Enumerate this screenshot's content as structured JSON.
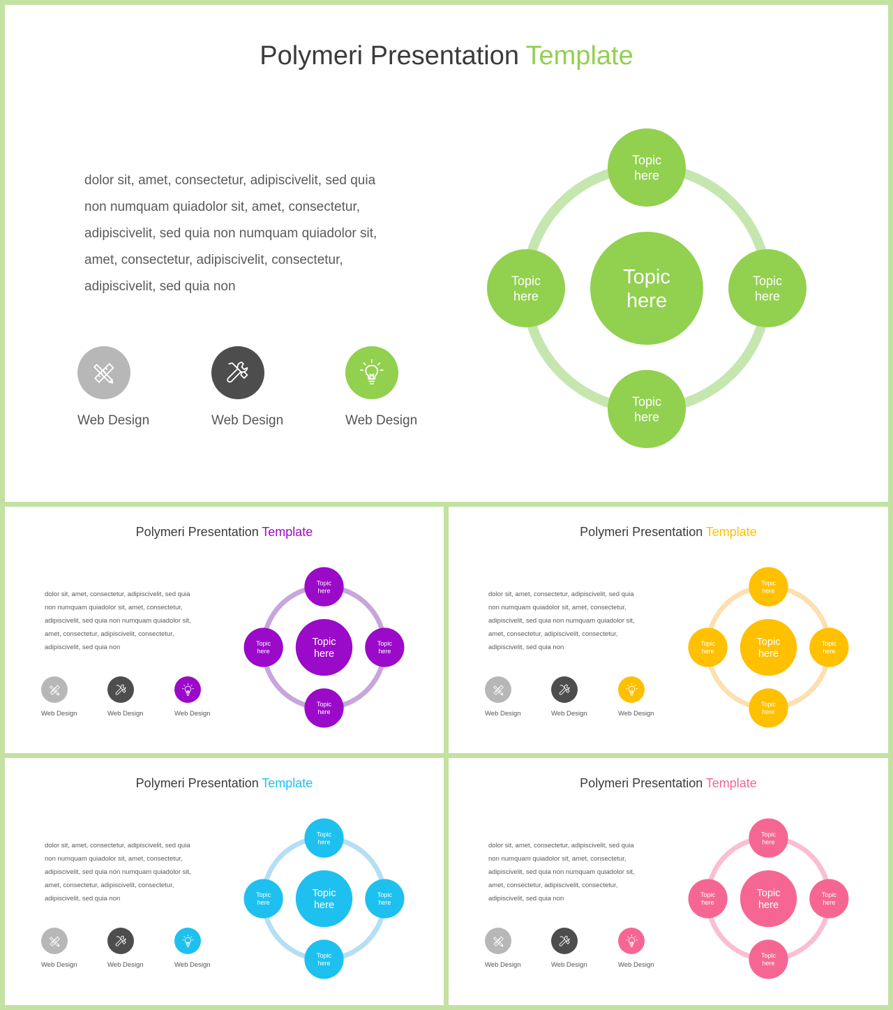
{
  "slides": [
    {
      "id": "main",
      "title": "Polymeri Presentation",
      "title_accent": "Template",
      "accent": "#92d050",
      "ring": "#c6e6b0",
      "icon_colors": [
        "#b7b7b7",
        "#4d4d4d",
        "#92d050"
      ],
      "body_lines": [
        "dolor sit, amet, consectetur, adipiscivelit, sed quia",
        "non numquam quiadolor sit, amet, consectetur,",
        "adipiscivelit, sed quia non numquam quiadolor sit,",
        "amet, consectetur, adipiscivelit, consectetur,",
        "adipiscivelit, sed quia non"
      ],
      "icons": [
        {
          "icon": "pencil-ruler-icon",
          "label": "Web Design"
        },
        {
          "icon": "tools-icon",
          "label": "Web Design"
        },
        {
          "icon": "lightbulb-icon",
          "label": "Web Design"
        }
      ],
      "topics": {
        "center": [
          "Topic",
          "here"
        ],
        "top": [
          "Topic",
          "here"
        ],
        "left": [
          "Topic",
          "here"
        ],
        "right": [
          "Topic",
          "here"
        ],
        "bottom": [
          "Topic",
          "here"
        ]
      }
    },
    {
      "id": "purple",
      "title": "Polymeri Presentation",
      "title_accent": "Template",
      "accent": "#9a0ac8",
      "ring": "#c6a6dc",
      "icon_colors": [
        "#b7b7b7",
        "#4d4d4d",
        "#9a0ac8"
      ],
      "body_lines": [
        "dolor sit, amet, consectetur, adipiscivelit, sed quia",
        "non numquam quiadolor sit, amet, consectetur,",
        "adipiscivelit, sed quia non numquam quiadolor sit,",
        "amet, consectetur, adipiscivelit, consectetur,",
        "adipiscivelit, sed quia non"
      ],
      "icons": [
        {
          "icon": "pencil-ruler-icon",
          "label": "Web Design"
        },
        {
          "icon": "tools-icon",
          "label": "Web Design"
        },
        {
          "icon": "lightbulb-icon",
          "label": "Web Design"
        }
      ],
      "topics": {
        "center": [
          "Topic",
          "here"
        ],
        "top": [
          "Topic",
          "here"
        ],
        "left": [
          "Topic",
          "here"
        ],
        "right": [
          "Topic",
          "here"
        ],
        "bottom": [
          "Topic",
          "here"
        ]
      }
    },
    {
      "id": "yellow",
      "title": "Polymeri Presentation",
      "title_accent": "Template",
      "accent": "#ffc000",
      "ring": "#fde0b0",
      "icon_colors": [
        "#b7b7b7",
        "#4d4d4d",
        "#ffc000"
      ],
      "body_lines": [
        "dolor sit, amet, consectetur, adipiscivelit, sed quia",
        "non numquam quiadolor sit, amet, consectetur,",
        "adipiscivelit, sed quia non numquam quiadolor sit,",
        "amet, consectetur, adipiscivelit, consectetur,",
        "adipiscivelit, sed quia non"
      ],
      "icons": [
        {
          "icon": "pencil-ruler-icon",
          "label": "Web Design"
        },
        {
          "icon": "tools-icon",
          "label": "Web Design"
        },
        {
          "icon": "lightbulb-icon",
          "label": "Web Design"
        }
      ],
      "topics": {
        "center": [
          "Topic",
          "here"
        ],
        "top": [
          "Topic",
          "here"
        ],
        "left": [
          "Topic",
          "here"
        ],
        "right": [
          "Topic",
          "here"
        ],
        "bottom": [
          "Topic",
          "here"
        ]
      }
    },
    {
      "id": "blue",
      "title": "Polymeri Presentation",
      "title_accent": "Template",
      "accent": "#1ec0f0",
      "ring": "#b4dff4",
      "icon_colors": [
        "#b7b7b7",
        "#4d4d4d",
        "#1ec0f0"
      ],
      "body_lines": [
        "dolor sit, amet, consectetur, adipiscivelit, sed quia",
        "non numquam quiadolor sit, amet, consectetur,",
        "adipiscivelit, sed quia non numquam quiadolor sit,",
        "amet, consectetur, adipiscivelit, consectetur,",
        "adipiscivelit, sed quia non"
      ],
      "icons": [
        {
          "icon": "pencil-ruler-icon",
          "label": "Web Design"
        },
        {
          "icon": "tools-icon",
          "label": "Web Design"
        },
        {
          "icon": "lightbulb-icon",
          "label": "Web Design"
        }
      ],
      "topics": {
        "center": [
          "Topic",
          "here"
        ],
        "top": [
          "Topic",
          "here"
        ],
        "left": [
          "Topic",
          "here"
        ],
        "right": [
          "Topic",
          "here"
        ],
        "bottom": [
          "Topic",
          "here"
        ]
      }
    },
    {
      "id": "pink",
      "title": "Polymeri Presentation",
      "title_accent": "Template",
      "accent": "#f56792",
      "ring": "#f9bfd0",
      "icon_colors": [
        "#b7b7b7",
        "#4d4d4d",
        "#f56792"
      ],
      "body_lines": [
        "dolor sit, amet, consectetur, adipiscivelit, sed quia",
        "non numquam quiadolor sit, amet, consectetur,",
        "adipiscivelit, sed quia non numquam quiadolor sit,",
        "amet, consectetur, adipiscivelit, consectetur,",
        "adipiscivelit, sed quia non"
      ],
      "icons": [
        {
          "icon": "pencil-ruler-icon",
          "label": "Web Design"
        },
        {
          "icon": "tools-icon",
          "label": "Web Design"
        },
        {
          "icon": "lightbulb-icon",
          "label": "Web Design"
        }
      ],
      "topics": {
        "center": [
          "Topic",
          "here"
        ],
        "top": [
          "Topic",
          "here"
        ],
        "left": [
          "Topic",
          "here"
        ],
        "right": [
          "Topic",
          "here"
        ],
        "bottom": [
          "Topic",
          "here"
        ]
      }
    }
  ]
}
